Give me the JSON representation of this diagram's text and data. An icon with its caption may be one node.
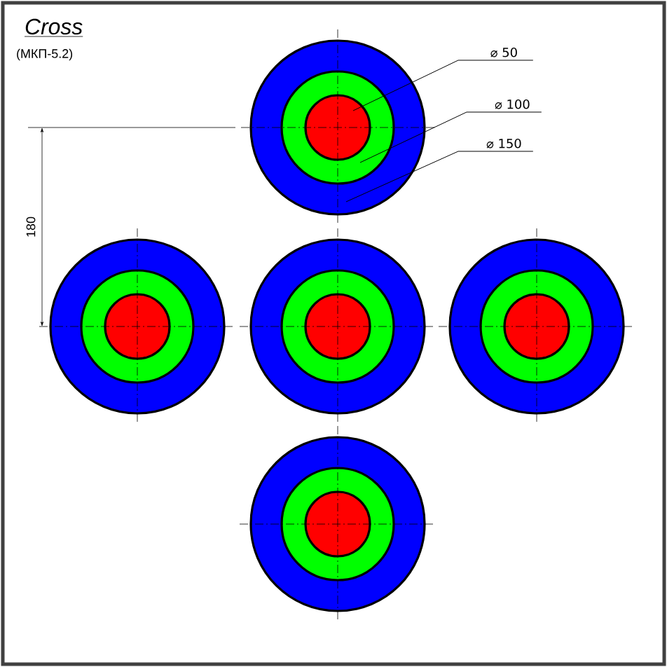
{
  "diagram": {
    "title": "Cross",
    "nodes": [
      {
        "text": [],
        "shape": "circle"
      },
      {
        "text": [],
        "shape": "circle",
        "in": 0
      },
      {
        "text": [],
        "shape": "circle",
        "in": 1
      },
      {
        "text": [
          "⌀ 50"
        ]
      },
      {
        "text": [
          "⌀ 100"
        ]
      },
      {
        "text": [
          "⌀ 150"
        ]
      }
    ],
    "edges": [
      {
        "from": 3,
        "to": 2,
        "arrow": "none"
      },
      {
        "from": 4,
        "to": 1,
        "arrow": "none"
      },
      {
        "from": 5,
        "to": 0,
        "arrow": "none"
      }
    ],
    "labels": [
      "(МКП-5.2)",
      "180"
    ]
  }
}
